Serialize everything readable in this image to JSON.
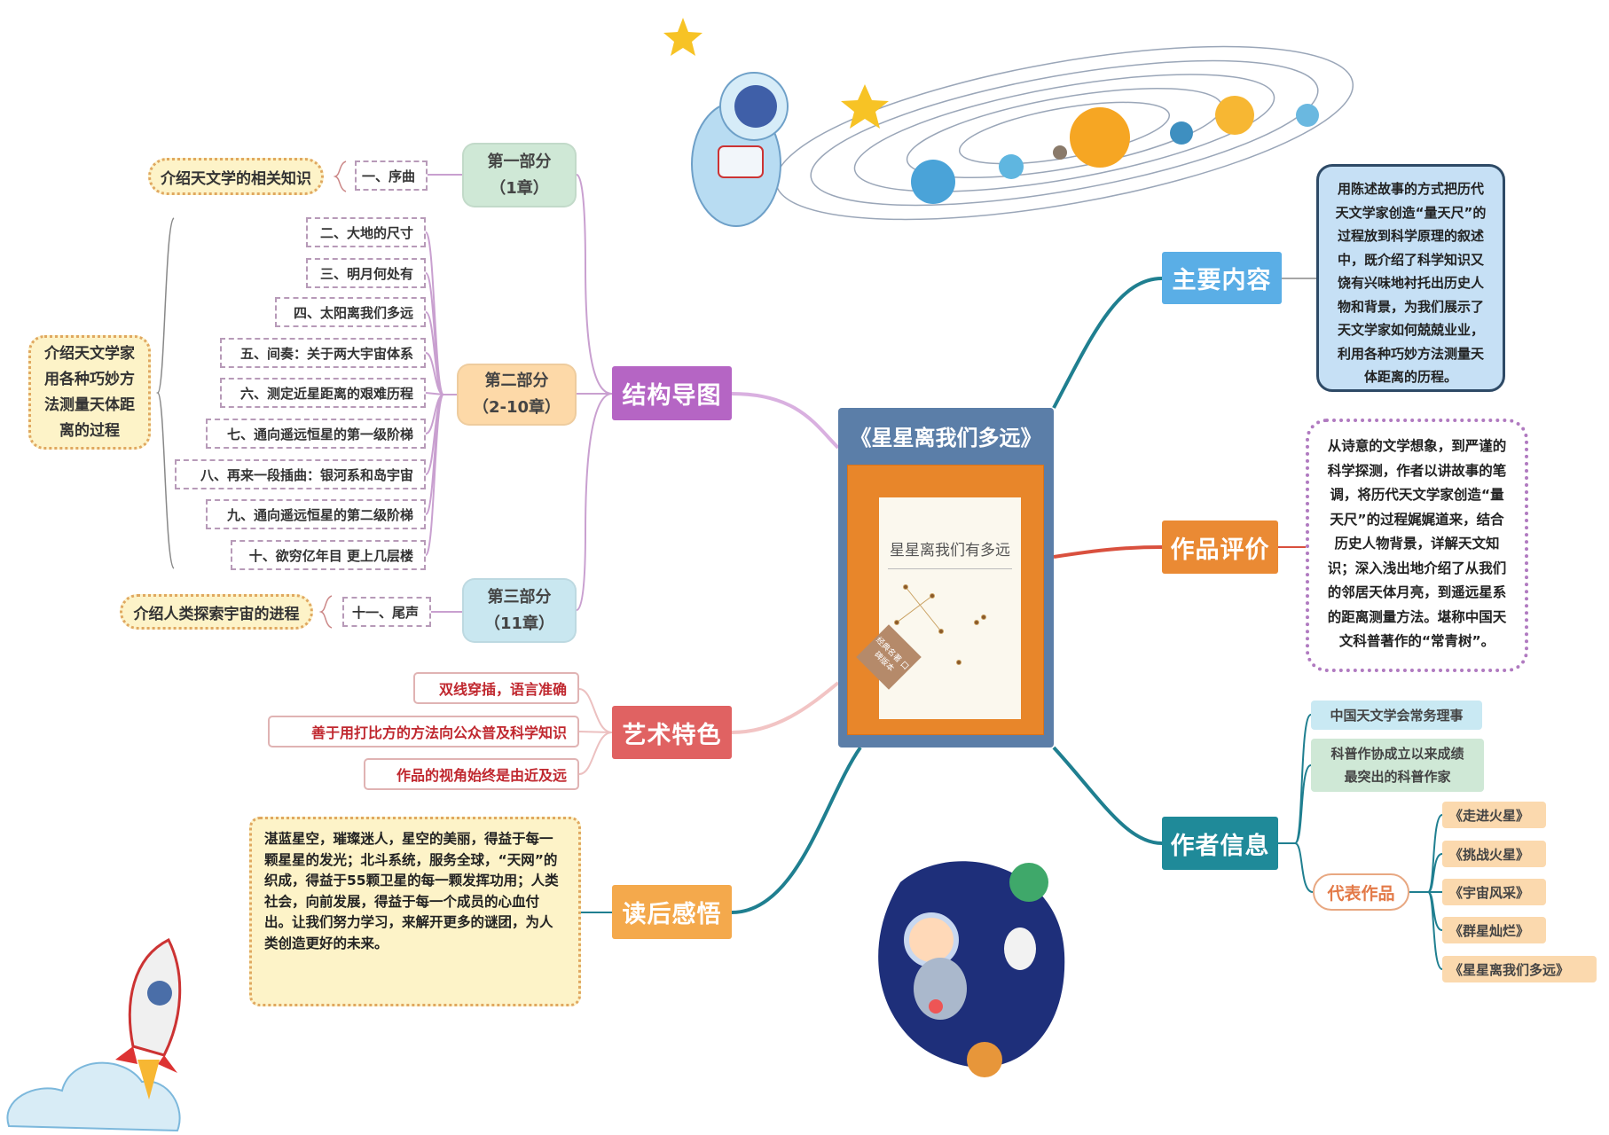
{
  "center": {
    "title": "《星星离我们多远》",
    "cover_title": "星星离我们有多远",
    "cover_badge": "经典名著 口碑版本"
  },
  "structure": {
    "label": "结构导图",
    "parts": [
      {
        "name": "第一部分",
        "range": "（1章）",
        "summary": "介绍天文学的相关知识",
        "chapters": [
          "一、序曲"
        ]
      },
      {
        "name": "第二部分",
        "range": "（2-10章）",
        "summary": "介绍天文学家用各种巧妙方法测量天体距离的过程",
        "chapters": [
          "二、大地的尺寸",
          "三、明月何处有",
          "四、太阳离我们多远",
          "五、间奏：关于两大宇宙体系",
          "六、测定近星距离的艰难历程",
          "七、通向遥远恒星的第一级阶梯",
          "八、再来一段插曲：银河系和岛宇宙",
          "九、通向遥远恒星的第二级阶梯",
          "十、欲穷亿年目 更上几层楼"
        ]
      },
      {
        "name": "第三部分",
        "range": "（11章）",
        "summary": "介绍人类探索宇宙的进程",
        "chapters": [
          "十一、尾声"
        ]
      }
    ]
  },
  "art": {
    "label": "艺术特色",
    "items": [
      "双线穿插，语言准确",
      "善于用打比方的方法向公众普及科学知识",
      "作品的视角始终是由近及远"
    ]
  },
  "reflection": {
    "label": "读后感悟",
    "text": "湛蓝星空，璀璨迷人，星空的美丽，得益于每一颗星星的发光；北斗系统，服务全球，“天网”的织成，得益于55颗卫星的每一颗发挥功用；人类社会，向前发展，得益于每一个成员的心血付出。让我们努力学习，来解开更多的谜团，为人类创造更好的未来。"
  },
  "content": {
    "label": "主要内容",
    "text": "用陈述故事的方式把历代天文学家创造“量天尺”的过程放到科学原理的叙述中，既介绍了科学知识又饶有兴味地衬托出历史人物和背景，为我们展示了天文学家如何兢兢业业，利用各种巧妙方法测量天体距离的历程。"
  },
  "evaluation": {
    "label": "作品评价",
    "text": "从诗意的文学想象，到严谨的科学探测，作者以讲故事的笔调，将历代天文学家创造“量天尺”的过程娓娓道来，结合历史人物背景，详解天文知识；深入浅出地介绍了从我们的邻居天体月亮，到遥远星系的距离测量方法。堪称中国天文科普著作的“常青树”。"
  },
  "author": {
    "label": "作者信息",
    "facts": [
      "中国天文学会常务理事",
      "科普作协成立以来成绩最突出的科普作家"
    ],
    "works_label": "代表作品",
    "works": [
      "《走进火星》",
      "《挑战火星》",
      "《宇宙风采》",
      "《群星灿烂》",
      "《星星离我们多远》"
    ]
  },
  "colors": {
    "structure": "#b565c4",
    "art": "#e06262",
    "reflection": "#f4a94c",
    "content": "#5aaee6",
    "evaluation": "#ea8a34",
    "author": "#1f8a99",
    "center": "#5b7ea8"
  }
}
